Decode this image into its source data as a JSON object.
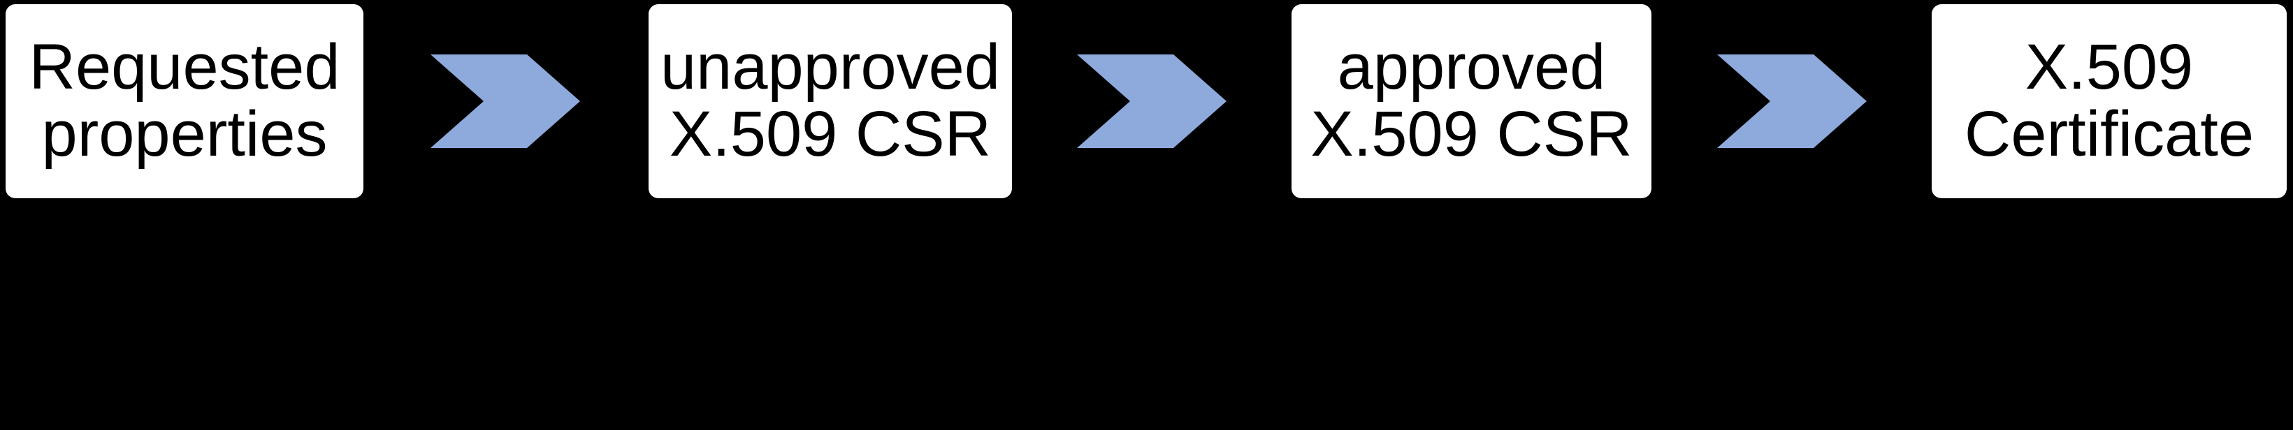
{
  "flow": {
    "background_color": "#000000",
    "box_fill_color": "#FFFFFF",
    "text_color": "#000000",
    "arrow_color": "#8EAADC",
    "steps": [
      {
        "line1": "Requested",
        "line2": "properties"
      },
      {
        "line1": "unapproved",
        "line2": "X.509 CSR"
      },
      {
        "line1": "approved",
        "line2": "X.509 CSR"
      },
      {
        "line1": "X.509",
        "line2": "Certificate"
      }
    ]
  }
}
